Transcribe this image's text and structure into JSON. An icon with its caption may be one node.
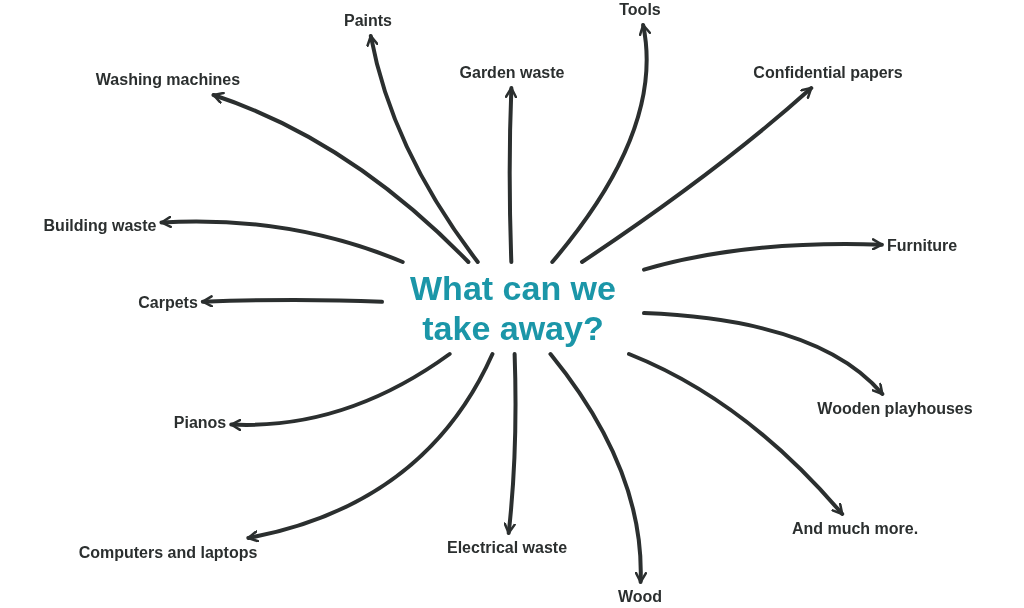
{
  "diagram": {
    "nodes": [
      {
        "text": [
          "What can we take away?"
        ]
      },
      {
        "text": [
          "Paints"
        ]
      },
      {
        "text": [
          "Washing machines"
        ]
      },
      {
        "text": [
          "Garden waste"
        ]
      },
      {
        "text": [
          "Tools"
        ]
      },
      {
        "text": [
          "Confidential papers"
        ]
      },
      {
        "text": [
          "Building waste"
        ]
      },
      {
        "text": [
          "Furniture"
        ]
      },
      {
        "text": [
          "Carpets"
        ]
      },
      {
        "text": [
          "Wooden playhouses"
        ]
      },
      {
        "text": [
          "Pianos"
        ]
      },
      {
        "text": [
          "Computers and laptops"
        ]
      },
      {
        "text": [
          "Electrical waste"
        ]
      },
      {
        "text": [
          "Wood"
        ]
      },
      {
        "text": [
          "And much more."
        ]
      }
    ],
    "edges": [
      {
        "from": 0,
        "to": 1,
        "arrow": "to"
      },
      {
        "from": 0,
        "to": 2,
        "arrow": "to"
      },
      {
        "from": 0,
        "to": 3,
        "arrow": "to"
      },
      {
        "from": 0,
        "to": 4,
        "arrow": "to"
      },
      {
        "from": 0,
        "to": 5,
        "arrow": "to"
      },
      {
        "from": 0,
        "to": 6,
        "arrow": "to"
      },
      {
        "from": 0,
        "to": 7,
        "arrow": "to"
      },
      {
        "from": 0,
        "to": 8,
        "arrow": "to"
      },
      {
        "from": 0,
        "to": 9,
        "arrow": "to"
      },
      {
        "from": 0,
        "to": 10,
        "arrow": "to"
      },
      {
        "from": 0,
        "to": 11,
        "arrow": "to"
      },
      {
        "from": 0,
        "to": 12,
        "arrow": "to"
      },
      {
        "from": 0,
        "to": 13,
        "arrow": "to"
      },
      {
        "from": 0,
        "to": 14,
        "arrow": "to"
      }
    ]
  }
}
